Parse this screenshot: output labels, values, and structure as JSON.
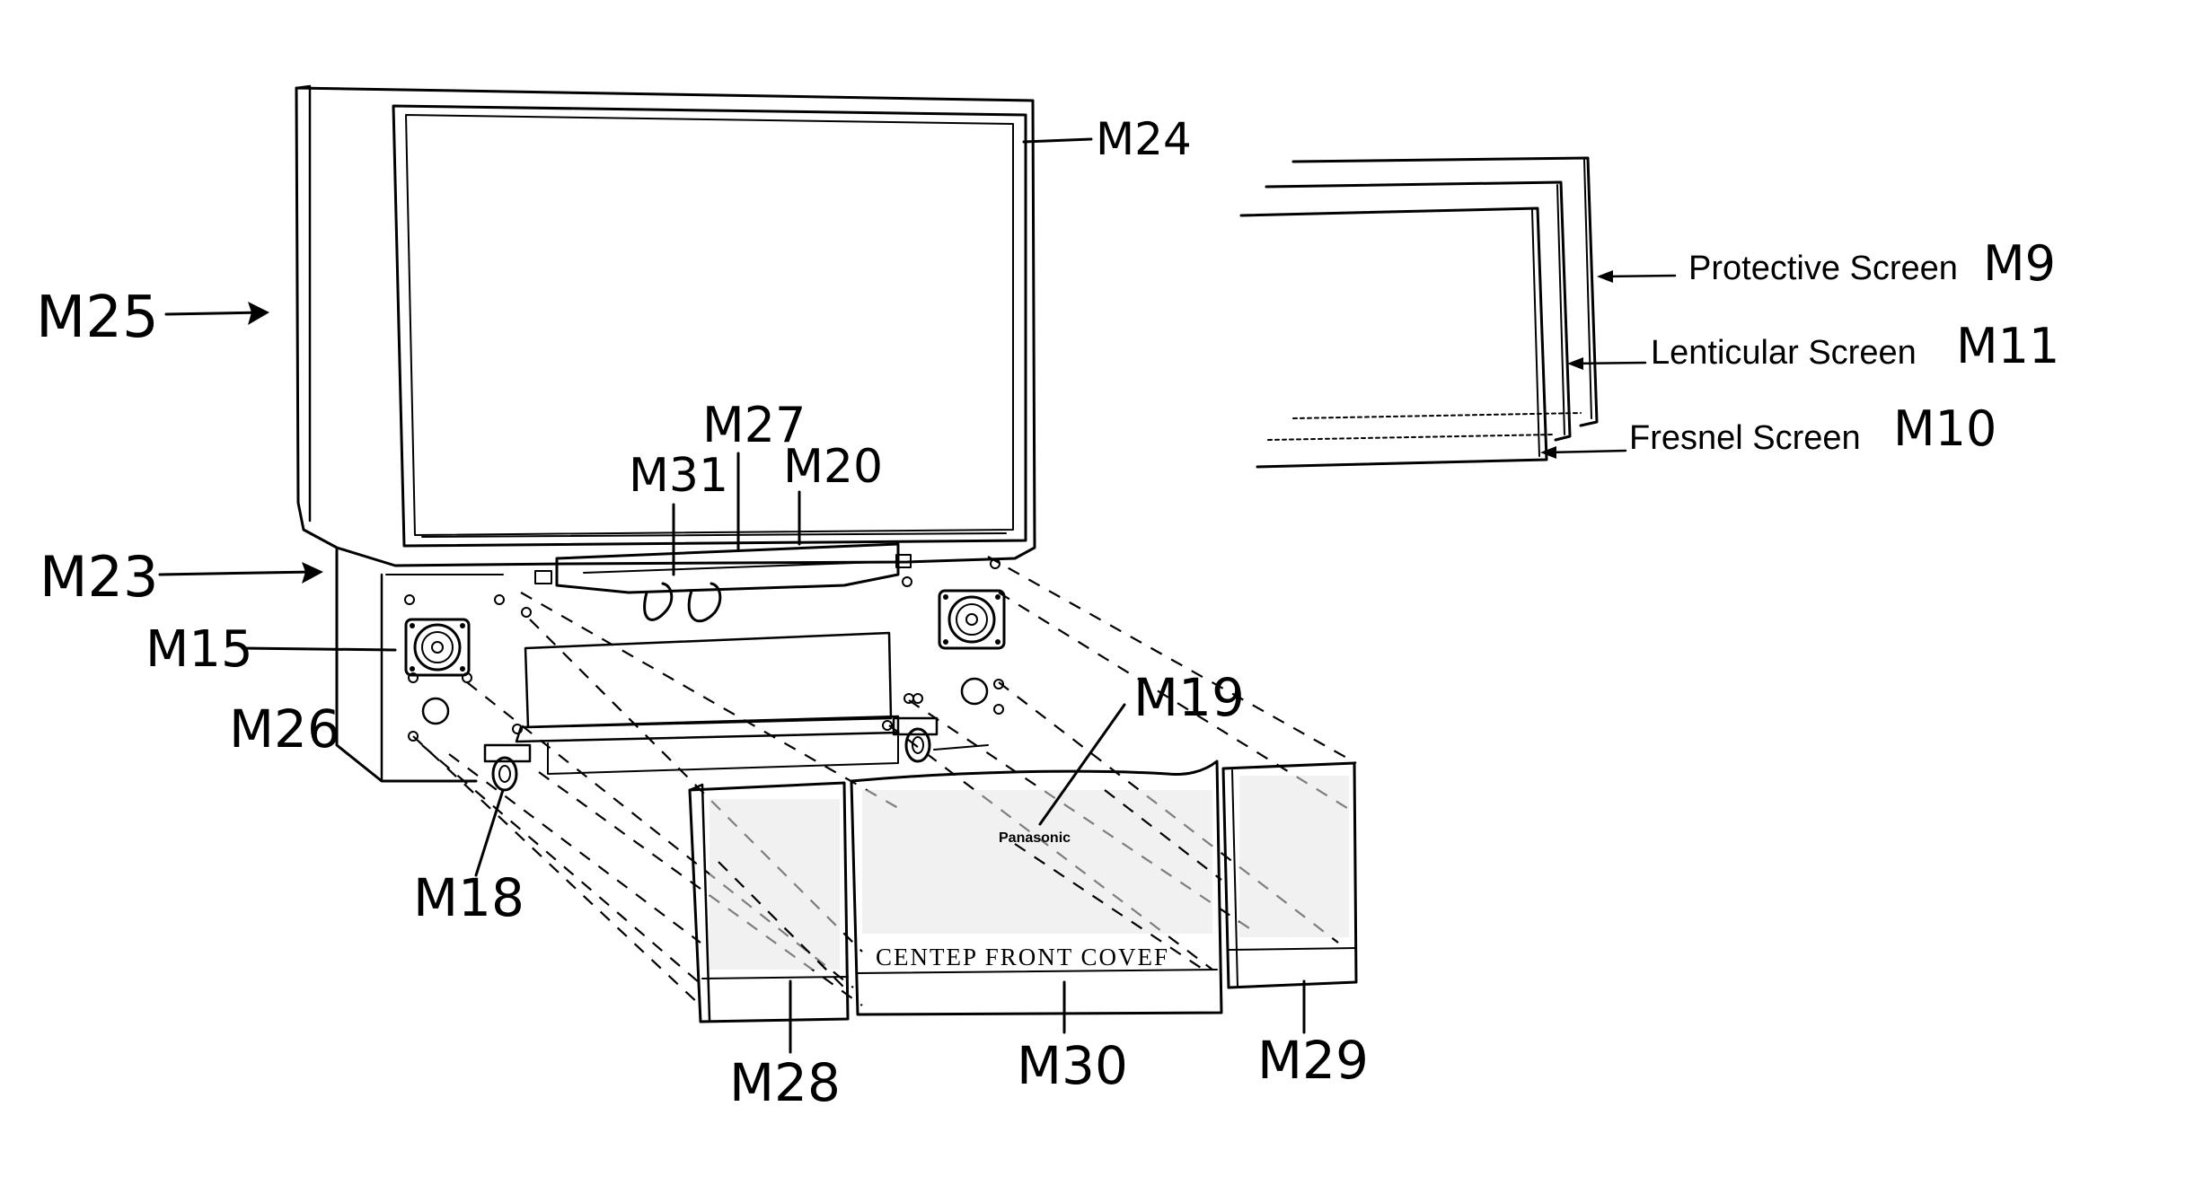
{
  "labels": {
    "m24": "M24",
    "m25": "M25",
    "m23": "M23",
    "m15": "M15",
    "m26": "M26",
    "m18": "M18",
    "m31": "M31",
    "m27": "M27",
    "m20": "M20",
    "m19": "M19",
    "m28": "M28",
    "m30": "M30",
    "m29": "M29",
    "m9": "M9",
    "m11": "M11",
    "m10": "M10"
  },
  "screens": {
    "protective": "Protective Screen",
    "lenticular": "Lenticular Screen",
    "fresnel": "Fresnel Screen"
  },
  "cover": {
    "brand": "Panasonic",
    "text": "CENTEP FRONT COVEF"
  }
}
